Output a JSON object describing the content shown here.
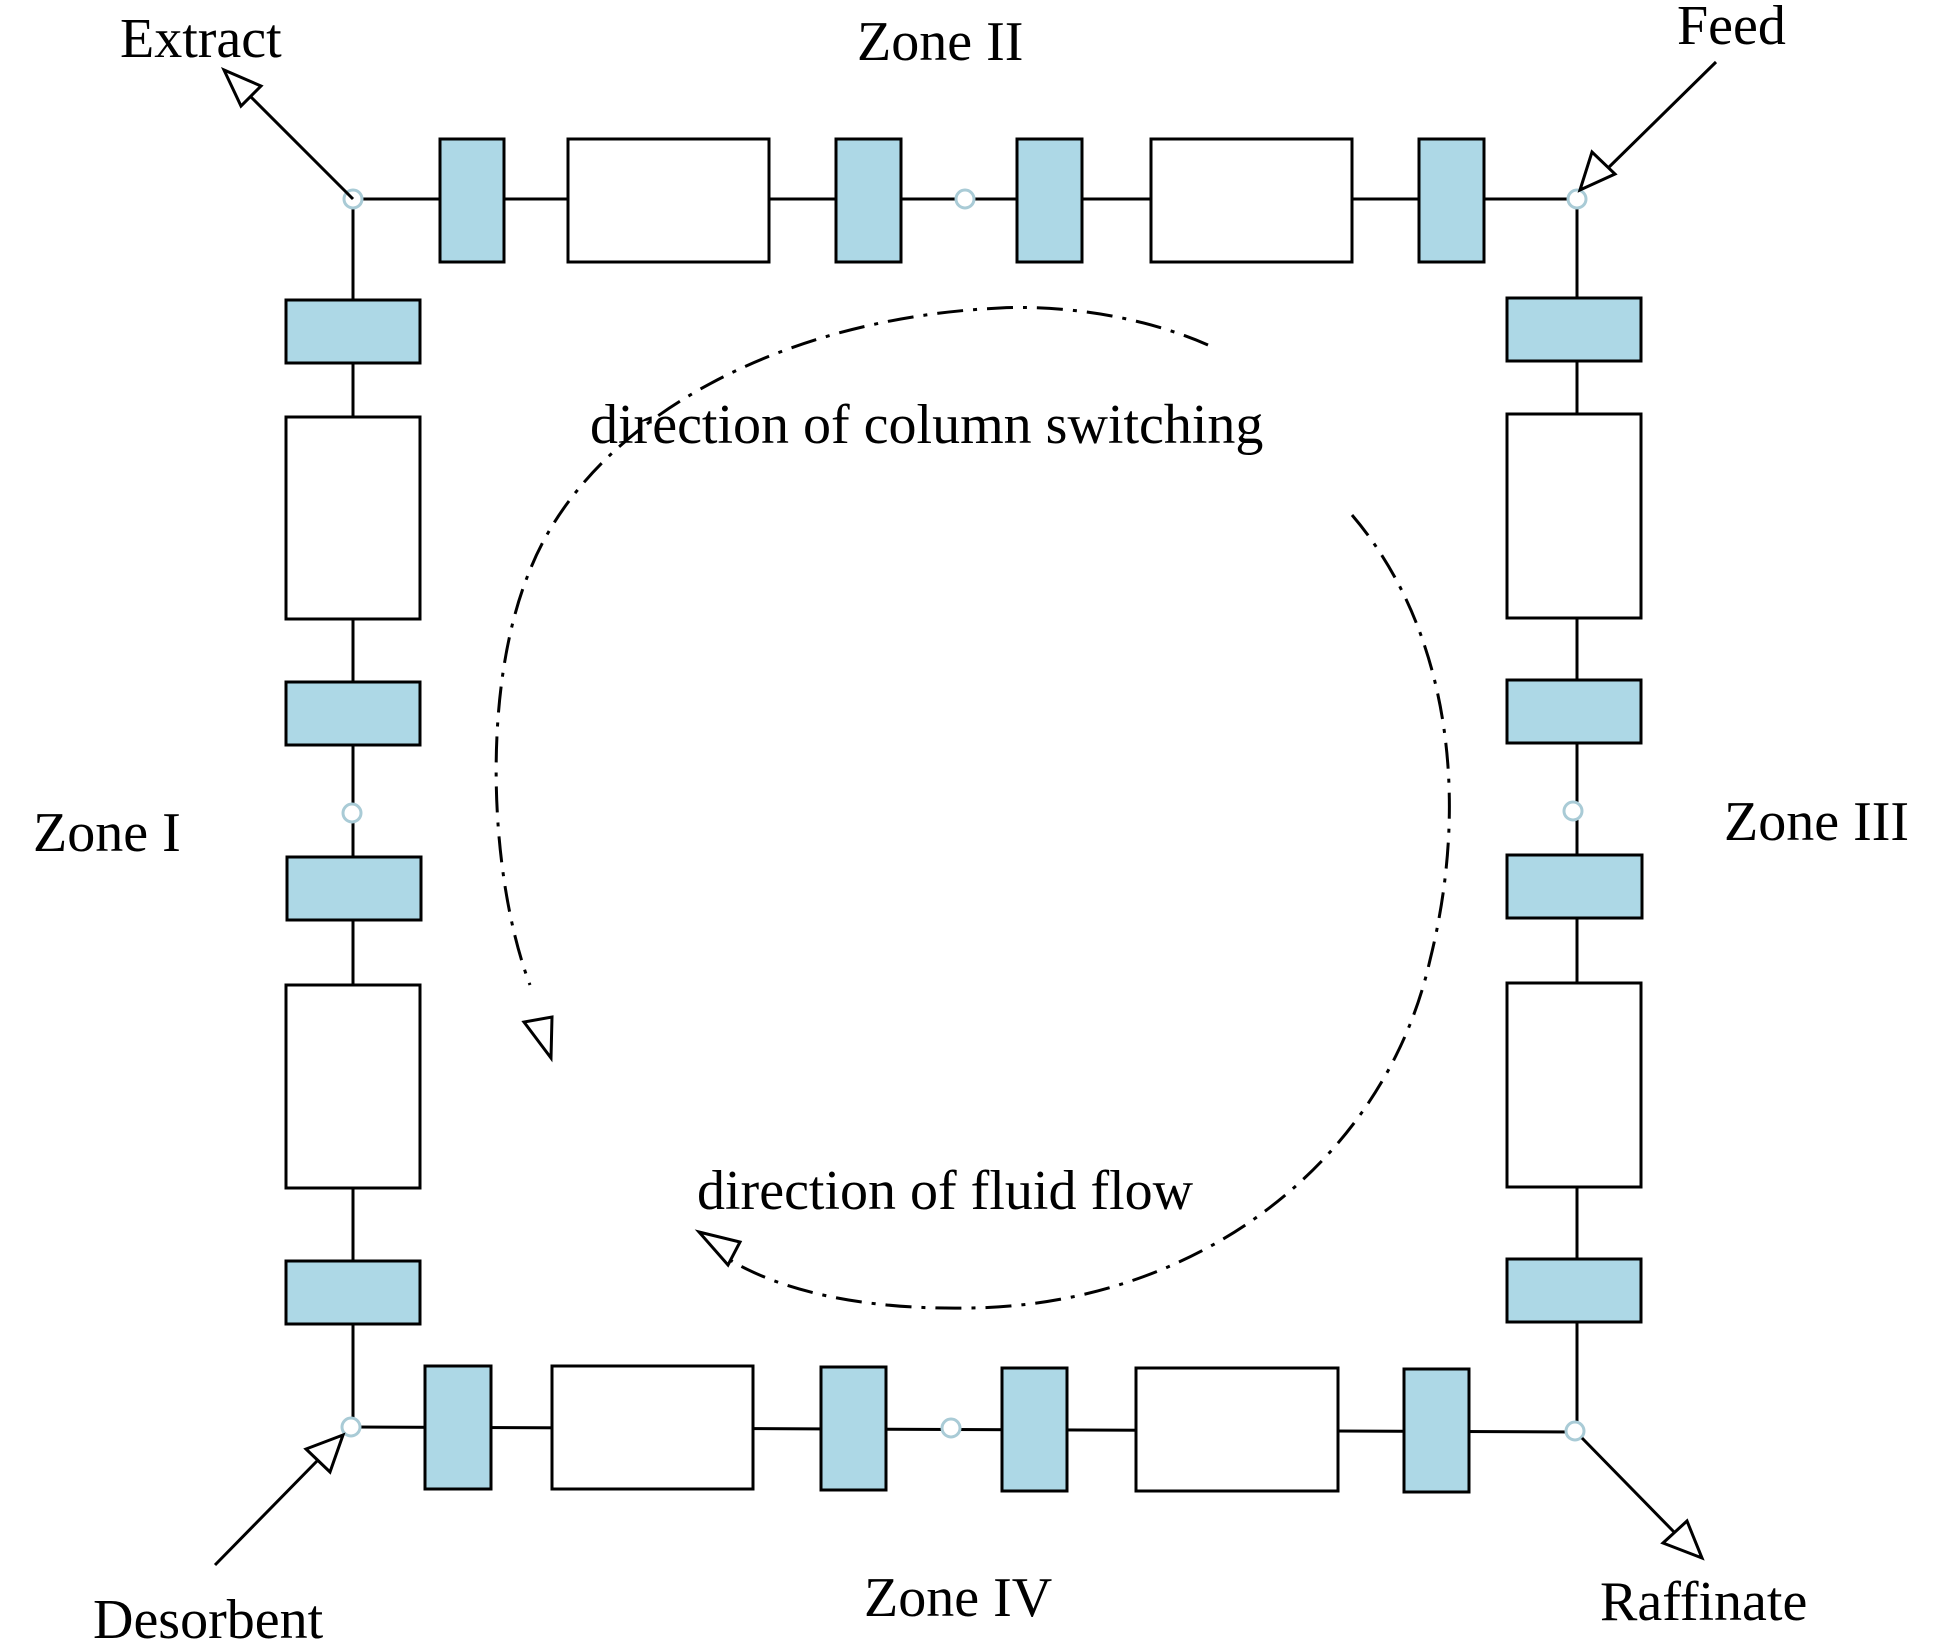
{
  "labels": {
    "extract": "Extract",
    "feed": "Feed",
    "desorbent": "Desorbent",
    "raffinate": "Raffinate",
    "zone1": "Zone I",
    "zone2": "Zone II",
    "zone3": "Zone III",
    "zone4": "Zone IV",
    "switching": "direction of column switching",
    "flow": "direction of fluid flow"
  },
  "colors": {
    "valve_fill": "#add8e6",
    "column_fill": "#ffffff",
    "line": "#000000",
    "node_stroke": "#a9cbd6"
  }
}
